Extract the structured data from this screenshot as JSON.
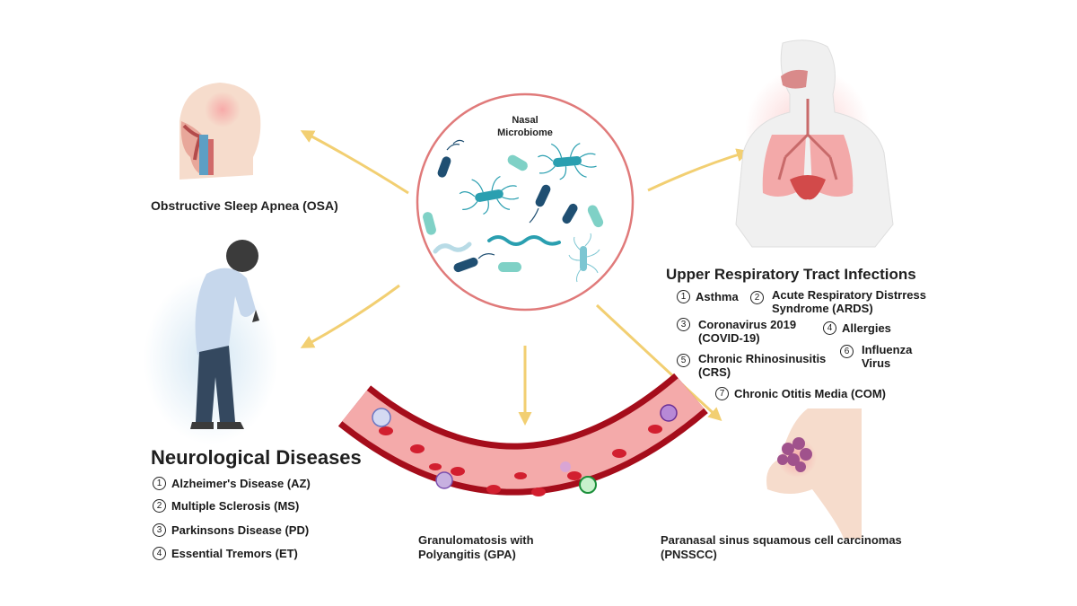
{
  "center": {
    "title_line1": "Nasal",
    "title_line2": "Microbiome"
  },
  "osa": {
    "label": "Obstructive Sleep Apnea (OSA)"
  },
  "urti": {
    "title": "Upper Respiratory Tract Infections",
    "items": [
      {
        "n": "1",
        "text": "Asthma"
      },
      {
        "n": "2",
        "text": "Acute Respiratory Distrress Syndrome (ARDS)"
      },
      {
        "n": "3",
        "text": "Coronavirus 2019 (COVID-19)"
      },
      {
        "n": "4",
        "text": "Allergies"
      },
      {
        "n": "5",
        "text": "Chronic Rhinosinusitis (CRS)"
      },
      {
        "n": "6",
        "text": "Influenza Virus"
      },
      {
        "n": "7",
        "text": "Chronic Otitis Media (COM)"
      }
    ]
  },
  "neuro": {
    "title": "Neurological Diseases",
    "items": [
      {
        "n": "1",
        "text": "Alzheimer's Disease (AZ)"
      },
      {
        "n": "2",
        "text": "Multiple Sclerosis (MS)"
      },
      {
        "n": "3",
        "text": "Parkinsons Disease (PD)"
      },
      {
        "n": "4",
        "text": "Essential Tremors (ET)"
      }
    ]
  },
  "gpa": {
    "label": "Granulomatosis with Polyangitis (GPA)"
  },
  "pnsscc": {
    "label": "Paranasal sinus squamous cell carcinomas (PNSSCC)"
  },
  "colors": {
    "arrow": "#f2cf72",
    "circle": "#e07a7a",
    "bacteria_teal": "#2a9fb0",
    "bacteria_dark": "#1f4f72",
    "vessel": "#b3121f"
  }
}
